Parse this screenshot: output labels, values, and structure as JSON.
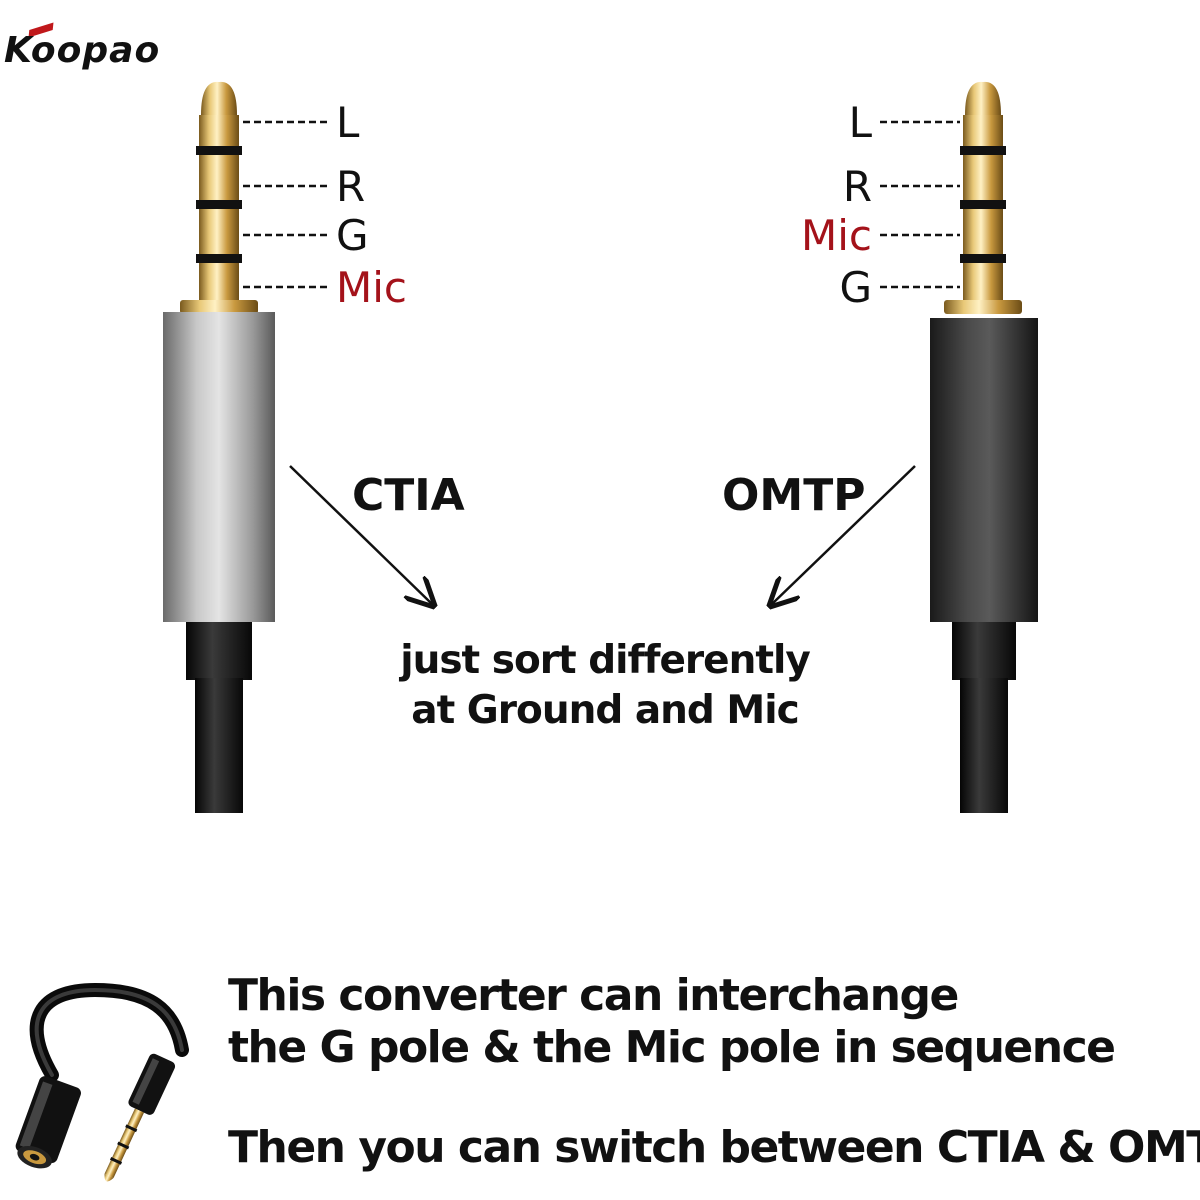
{
  "brand": {
    "logo_text": "Koopao",
    "accent": "#c0181b"
  },
  "colors": {
    "mic": "#a4121a",
    "gold": "#d9b25a",
    "silver_housing": "#9a9a9a",
    "black_housing": "#2a2a2a"
  },
  "left_plug": {
    "standard": "CTIA",
    "pins": [
      {
        "label": "L",
        "highlight": false
      },
      {
        "label": "R",
        "highlight": false
      },
      {
        "label": "G",
        "highlight": false
      },
      {
        "label": "Mic",
        "highlight": true
      }
    ]
  },
  "right_plug": {
    "standard": "OMTP",
    "pins": [
      {
        "label": "L",
        "highlight": false
      },
      {
        "label": "R",
        "highlight": false
      },
      {
        "label": "Mic",
        "highlight": true
      },
      {
        "label": "G",
        "highlight": false
      }
    ]
  },
  "center_note": {
    "line1": "just sort differently",
    "line2": "at Ground and Mic"
  },
  "bottom": {
    "line1": "This converter can interchange",
    "line2": "the G pole & the Mic pole in sequence",
    "line3": "Then you can switch between CTIA & OMTP"
  }
}
